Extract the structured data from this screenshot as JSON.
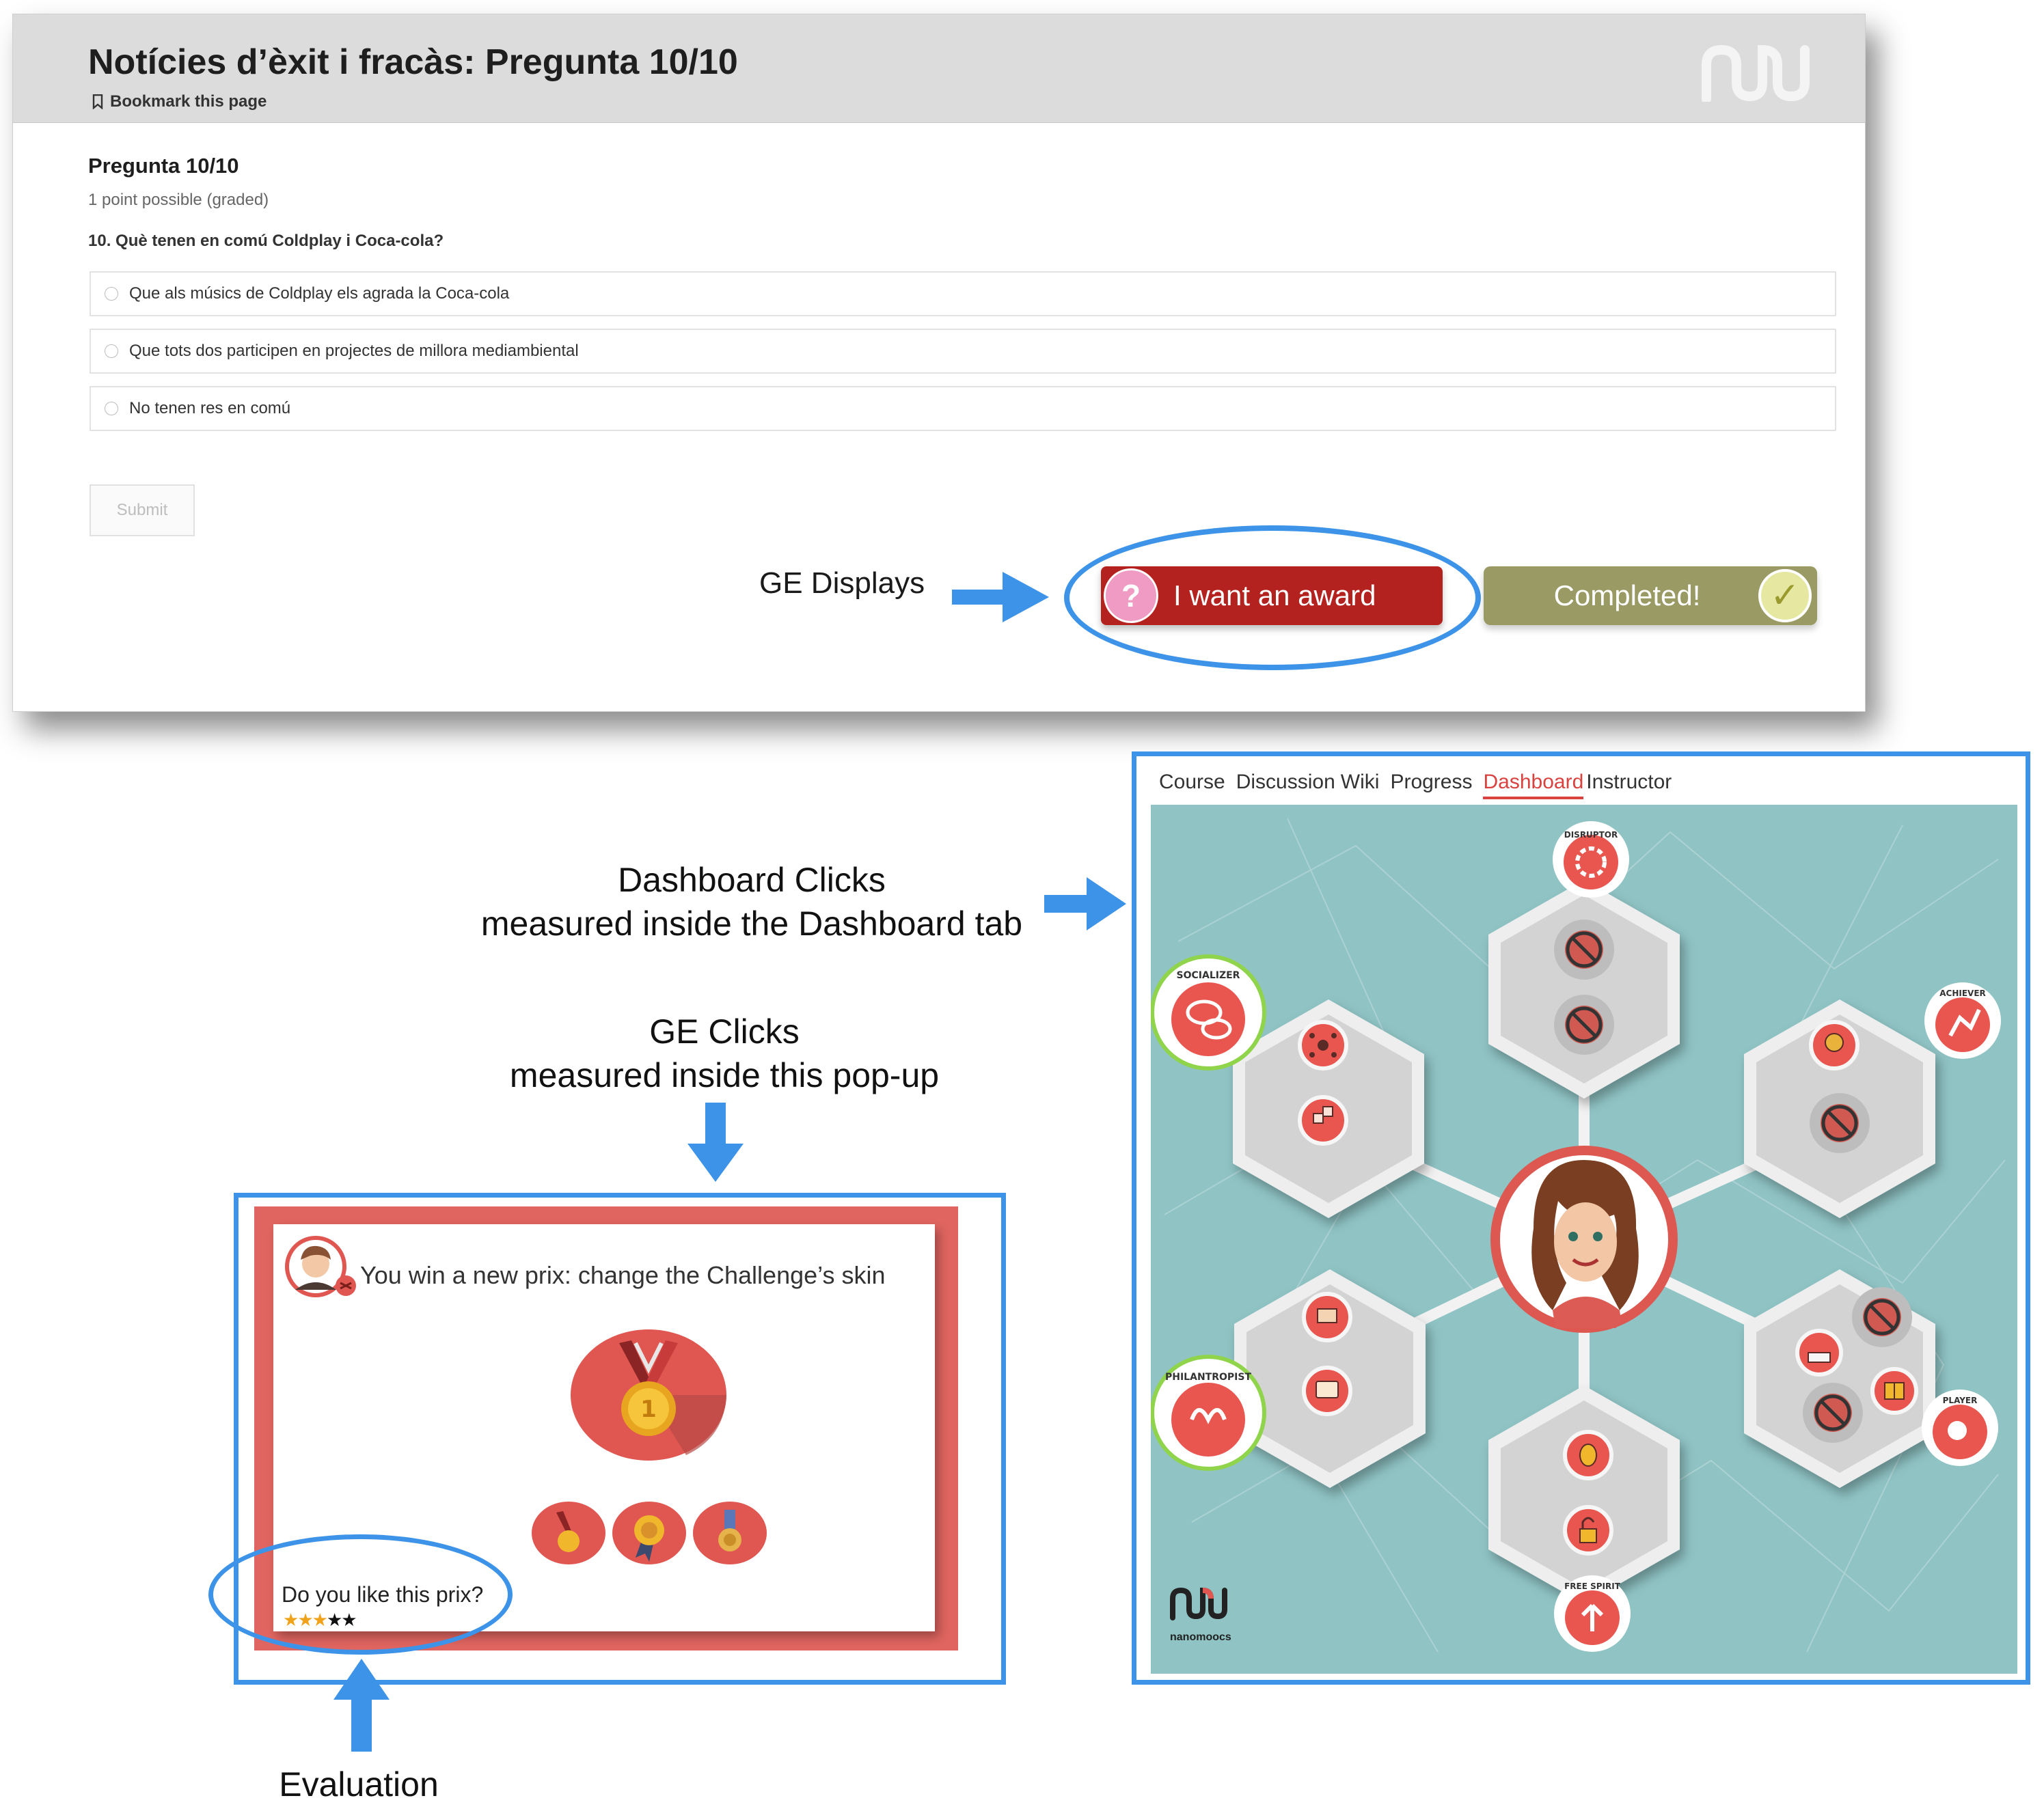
{
  "quiz": {
    "title": "Notícies d’èxit i fracàs: Pregunta 10/10",
    "bookmark": "Bookmark this page",
    "question_heading": "Pregunta 10/10",
    "points": "1 point possible (graded)",
    "question": "10. Què tenen en comú Coldplay i Coca-cola?",
    "options": [
      "Que als músics de Coldplay els agrada la Coca-cola",
      "Que tots dos participen en projectes de millora mediambiental",
      "No tenen res en comú"
    ],
    "submit_label": "Submit",
    "award_label": "I want an award",
    "award_icon": "?",
    "completed_label": "Completed!",
    "completed_icon": "✓"
  },
  "annotations": {
    "ge_displays": "GE Displays",
    "dashboard_line1": "Dashboard Clicks",
    "dashboard_line2": "measured inside the Dashboard tab",
    "ge_clicks_line1": "GE Clicks",
    "ge_clicks_line2": "measured inside this pop-up",
    "evaluation": "Evaluation"
  },
  "popup": {
    "message": "You win a new prix: change the Challenge’s skin",
    "question": "Do you like this prix?",
    "rating": {
      "filled": 3,
      "total": 5
    }
  },
  "dashboard": {
    "tabs": [
      "Course",
      "Discussion",
      "Wiki",
      "Progress",
      "Dashboard",
      "Instructor"
    ],
    "active_tab": "Dashboard",
    "badges": {
      "disruptor": "DISRUPTOR",
      "socializer": "SOCIALIZER",
      "achiever": "ACHIEVER",
      "philanthropist": "PHILANTROPIST",
      "player": "PLAYER",
      "free_spirit": "FREE SPIRIT"
    },
    "logo_text": "nanomoocs"
  },
  "colors": {
    "annotation_blue": "#3d93e8",
    "award_red": "#b4221f",
    "completed_olive": "#9a9a64",
    "badge_red": "#e8564f",
    "board_teal": "#8fc3c4",
    "active_tab": "#d9423e"
  }
}
